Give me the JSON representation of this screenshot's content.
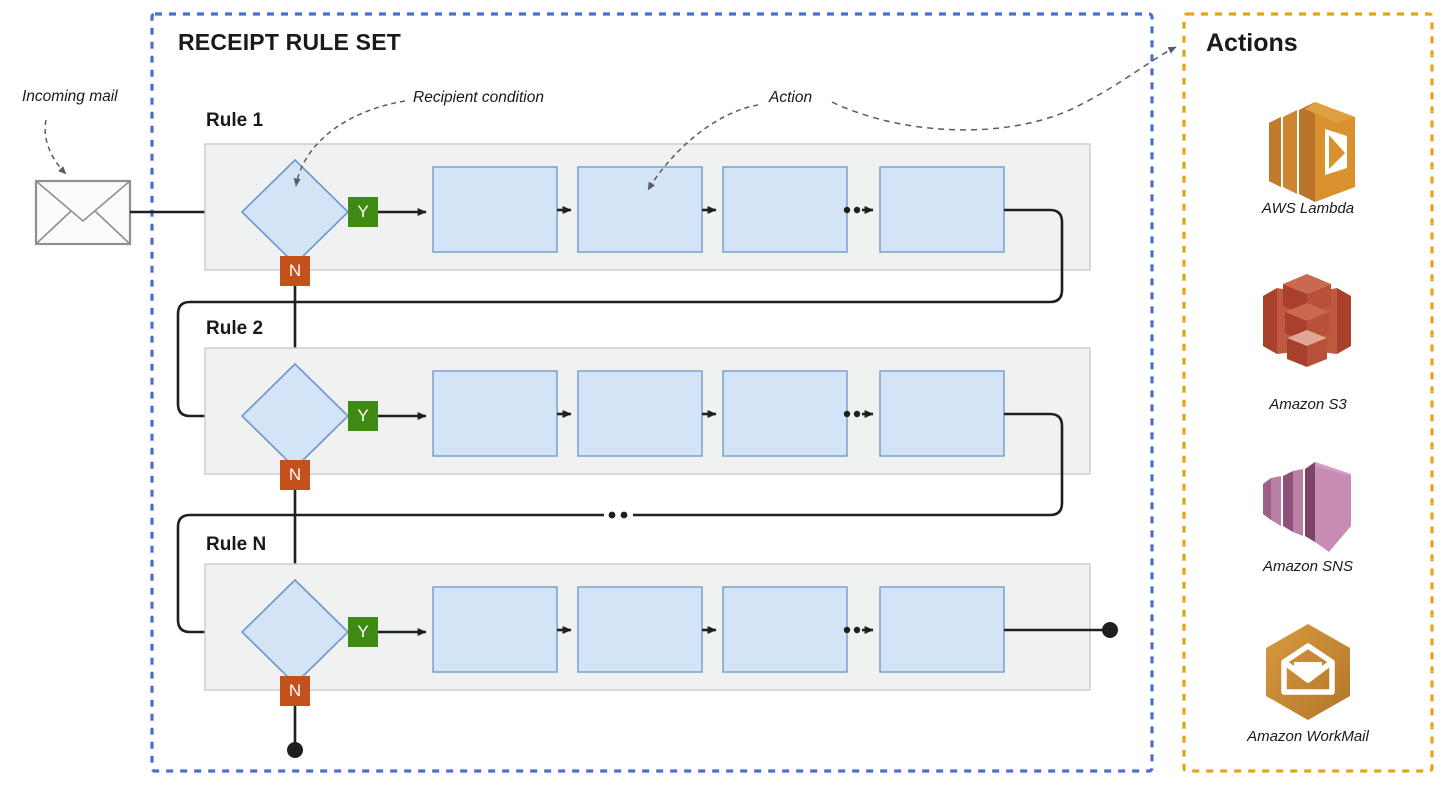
{
  "diagram": {
    "type": "flowchart",
    "ruleset": {
      "title": "RECEIPT RULE SET",
      "border_color": "#4a6fd4",
      "rules": [
        {
          "name": "Rule 1",
          "yes_label": "Y",
          "no_label": "N",
          "action_count_shown": 4,
          "ellipsis": "•••"
        },
        {
          "name": "Rule 2",
          "yes_label": "Y",
          "no_label": "N",
          "action_count_shown": 4,
          "ellipsis": "•••"
        },
        {
          "name": "Rule N",
          "yes_label": "Y",
          "no_label": "N",
          "action_count_shown": 4,
          "ellipsis": "•••"
        }
      ],
      "between_rules_ellipsis": "•••"
    },
    "annotations": {
      "incoming_mail": "Incoming mail",
      "recipient_condition": "Recipient condition",
      "action": "Action"
    },
    "actions_panel": {
      "title": "Actions",
      "border_color": "#e8a317",
      "items": [
        {
          "label": "AWS Lambda",
          "icon": "aws-lambda-icon",
          "color": "#d9892c"
        },
        {
          "label": "Amazon S3",
          "icon": "amazon-s3-icon",
          "color": "#b8523a"
        },
        {
          "label": "Amazon SNS",
          "icon": "amazon-sns-icon",
          "color": "#bd79a8"
        },
        {
          "label": "Amazon WorkMail",
          "icon": "amazon-workmail-icon",
          "color": "#c08a36"
        }
      ]
    },
    "colors": {
      "yes_badge": "#3f8a12",
      "no_badge": "#c2511b",
      "action_box_fill": "#d4e4f7",
      "action_box_stroke": "#7a9fd4",
      "diamond_fill": "#d4e4f7",
      "rule_body_fill": "#f0f1f1",
      "line": "#1f1f1f",
      "dashed_annotation": "#4a4a55"
    }
  }
}
